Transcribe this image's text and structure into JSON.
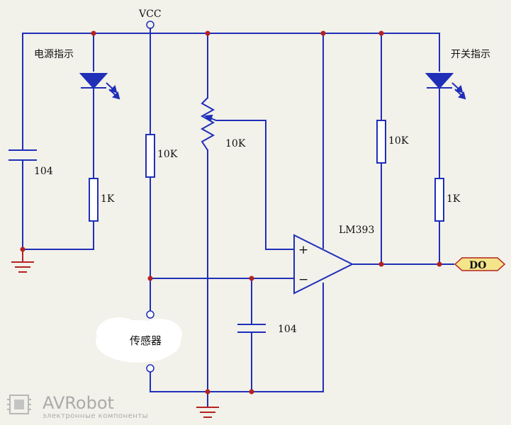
{
  "diagram": {
    "labels": {
      "vcc": "VCC",
      "power_indicator": "电源指示",
      "switch_indicator": "开关指示",
      "r_left": "10K",
      "pot": "10K",
      "r_pullup": "10K",
      "r_led_left": "1K",
      "r_led_right": "1K",
      "cap_left": "104",
      "cap_mid": "104",
      "ic": "LM393",
      "sensor": "传感器",
      "output": "DO",
      "op_plus": "+",
      "op_minus": "−"
    },
    "colors": {
      "wire": "#1f2fb8",
      "junction": "#b5221f",
      "output_tag": "#f4e48a",
      "background": "#f2f1ea"
    }
  },
  "watermark": {
    "brand": "AVRobot",
    "tagline": "электронные компоненты"
  }
}
